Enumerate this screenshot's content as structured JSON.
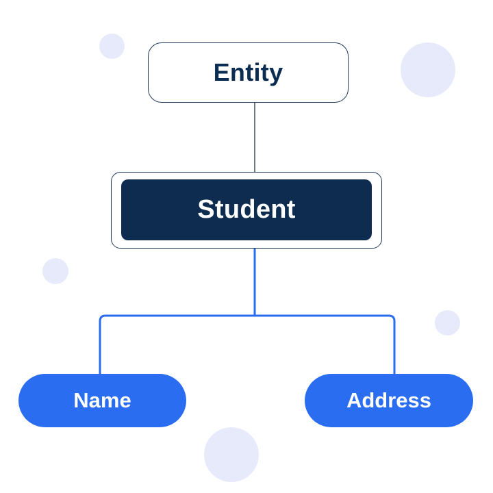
{
  "diagram": {
    "root": {
      "label": "Entity"
    },
    "entity": {
      "label": "Student"
    },
    "attributes": [
      {
        "label": "Name"
      },
      {
        "label": "Address"
      }
    ]
  },
  "colors": {
    "background": "#ffffff",
    "root_border": "#223a5a",
    "root_text": "#0c2d52",
    "entity_fill": "#0d2c50",
    "entity_text": "#ffffff",
    "attribute_fill": "#2a6df0",
    "attribute_text": "#ffffff",
    "connector_dark": "#3a4a5e",
    "connector_blue": "#2a6df0",
    "decor_circle": "#e6eafb"
  }
}
